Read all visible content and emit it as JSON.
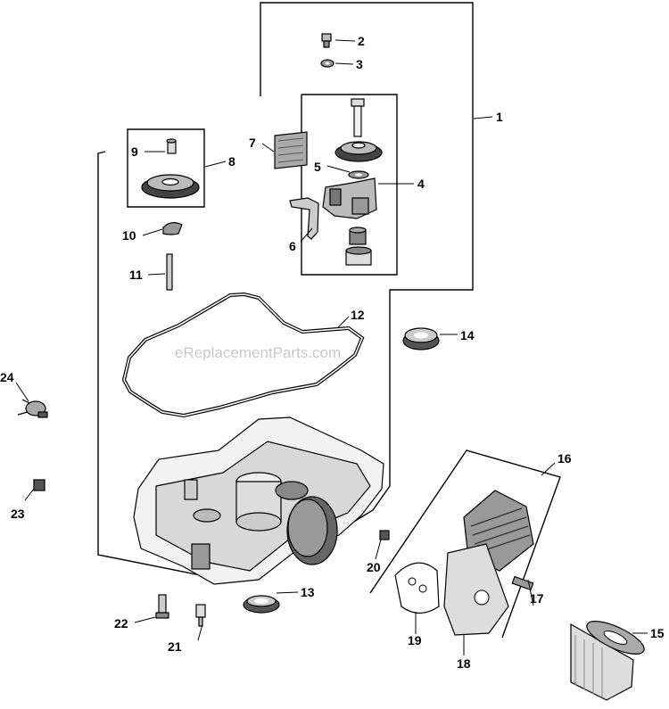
{
  "diagram": {
    "watermark": "eReplacementParts.com",
    "callouts": {
      "c1": "1",
      "c2": "2",
      "c3": "3",
      "c4": "4",
      "c5": "5",
      "c6": "6",
      "c7": "7",
      "c8": "8",
      "c9": "9",
      "c10": "10",
      "c11": "11",
      "c12": "12",
      "c13": "13",
      "c14": "14",
      "c15": "15",
      "c16": "16",
      "c17": "17",
      "c18": "18",
      "c19": "19",
      "c20": "20",
      "c21": "21",
      "c22": "22",
      "c23": "23",
      "c24": "24"
    }
  }
}
